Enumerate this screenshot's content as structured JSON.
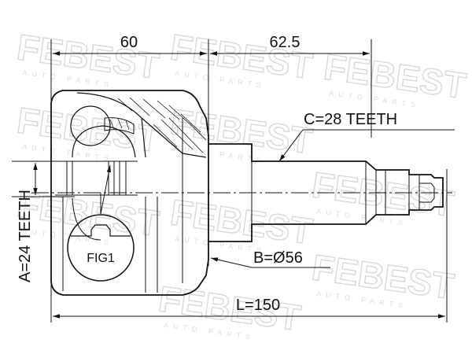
{
  "watermark": {
    "brand": "FEBEST",
    "sub": "AUTO PARTS"
  },
  "dimensions": {
    "length_a": "60",
    "length_b": "62.5",
    "total_length": "L=150",
    "diameter": "B=Ø56",
    "outer_teeth": "C=28 TEETH",
    "inner_teeth": "A=24 TEETH"
  },
  "figure_label": "FIG1",
  "colors": {
    "line": "#111111",
    "watermark": "#d9d9d9",
    "background": "#ffffff"
  }
}
